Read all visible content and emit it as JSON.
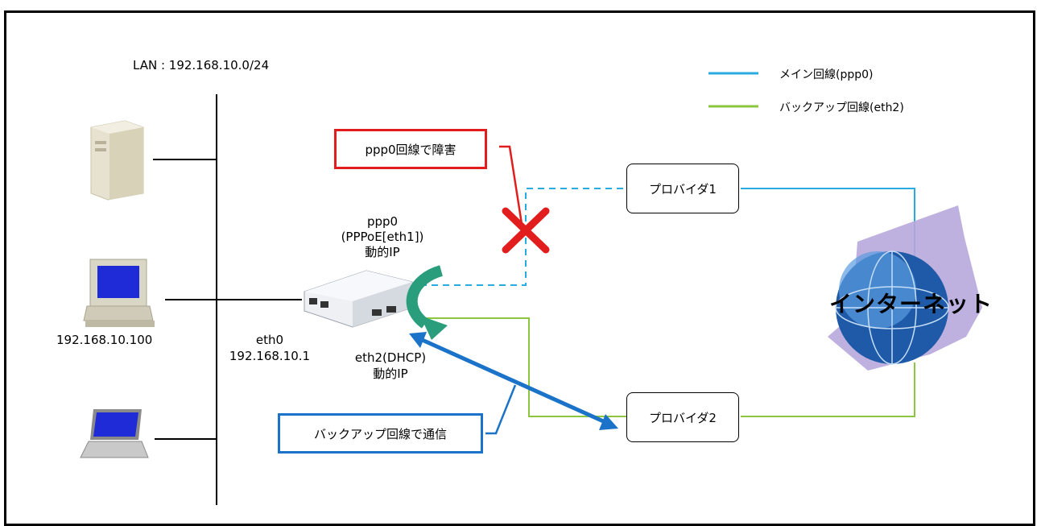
{
  "lan_label": "LAN : 192.168.10.0/24",
  "legend": {
    "main": {
      "label": "メイン回線(ppp0)",
      "color": "#29abe2"
    },
    "backup": {
      "label": "バックアップ回線(eth2)",
      "color": "#8cc63f"
    }
  },
  "callouts": {
    "failure": {
      "text": "ppp0回線で障害",
      "color": "#e11d1d"
    },
    "backup_comm": {
      "text": "バックアップ回線で通信",
      "color": "#1a73c8"
    }
  },
  "providers": {
    "p1": "プロバイダ1",
    "p2": "プロバイダ2"
  },
  "router": {
    "ppp0_line1": "ppp0",
    "ppp0_line2": "(PPPoE[eth1])",
    "ppp0_line3": "動的IP",
    "eth0_line1": "eth0",
    "eth0_line2": "192.168.10.1",
    "eth2_line1": "eth2(DHCP)",
    "eth2_line2": "動的IP"
  },
  "pc_ip": "192.168.10.100",
  "internet_label": "インターネット",
  "icons": [
    "server-icon",
    "desktop-pc-icon",
    "laptop-icon",
    "router-icon",
    "globe-icon",
    "failure-x-icon"
  ]
}
